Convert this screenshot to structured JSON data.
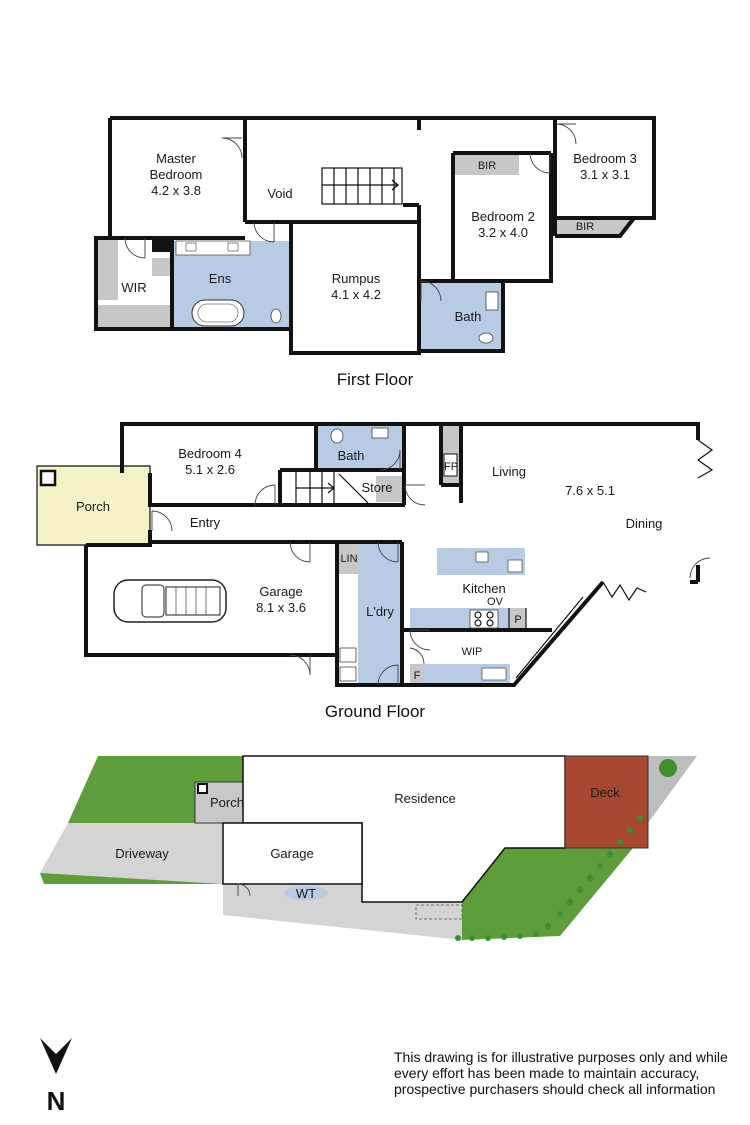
{
  "first_floor": {
    "title": "First Floor",
    "rooms": {
      "master_bedroom": {
        "name_line1": "Master",
        "name_line2": "Bedroom",
        "size": "4.2 x 3.8"
      },
      "void": {
        "name": "Void"
      },
      "bedroom3": {
        "name": "Bedroom 3",
        "size": "3.1 x 3.1"
      },
      "bir_top": {
        "name": "BIR"
      },
      "bir_right": {
        "name": "BIR"
      },
      "bedroom2": {
        "name": "Bedroom 2",
        "size": "3.2 x 4.0"
      },
      "wir": {
        "name": "WIR"
      },
      "ens": {
        "name": "Ens"
      },
      "rumpus": {
        "name": "Rumpus",
        "size": "4.1 x 4.2"
      },
      "bath": {
        "name": "Bath"
      }
    }
  },
  "ground_floor": {
    "title": "Ground Floor",
    "rooms": {
      "bedroom4": {
        "name": "Bedroom 4",
        "size": "5.1 x 2.6"
      },
      "bath": {
        "name": "Bath"
      },
      "store": {
        "name": "Store"
      },
      "fp": {
        "name": "FP"
      },
      "living": {
        "name": "Living",
        "size": "7.6 x 5.1"
      },
      "dining": {
        "name": "Dining"
      },
      "porch": {
        "name": "Porch"
      },
      "entry": {
        "name": "Entry"
      },
      "garage": {
        "name": "Garage",
        "size": "8.1 x 3.6"
      },
      "lin": {
        "name": "LIN"
      },
      "laundry": {
        "name": "L'dry"
      },
      "kitchen": {
        "name": "Kitchen"
      },
      "ov": {
        "name": "OV"
      },
      "pantry": {
        "name": "P"
      },
      "wip": {
        "name": "WIP"
      },
      "fridge": {
        "name": "F"
      }
    }
  },
  "site": {
    "labels": {
      "porch": "Porch",
      "residence": "Residence",
      "deck": "Deck",
      "driveway": "Driveway",
      "garage": "Garage",
      "wt": "WT"
    },
    "colors": {
      "grass": "#5e9e3a",
      "driveway": "#d4d4d4",
      "deck": "#a8472f",
      "porch": "#f4f3c8",
      "wet": "#b8cbe4"
    }
  },
  "north_arrow": {
    "label": "N"
  },
  "disclaimer": {
    "line1": "This drawing is for illustrative purposes only and while",
    "line2": "every effort has been made to maintain accuracy,",
    "line3": "prospective purchasers should check all information"
  }
}
